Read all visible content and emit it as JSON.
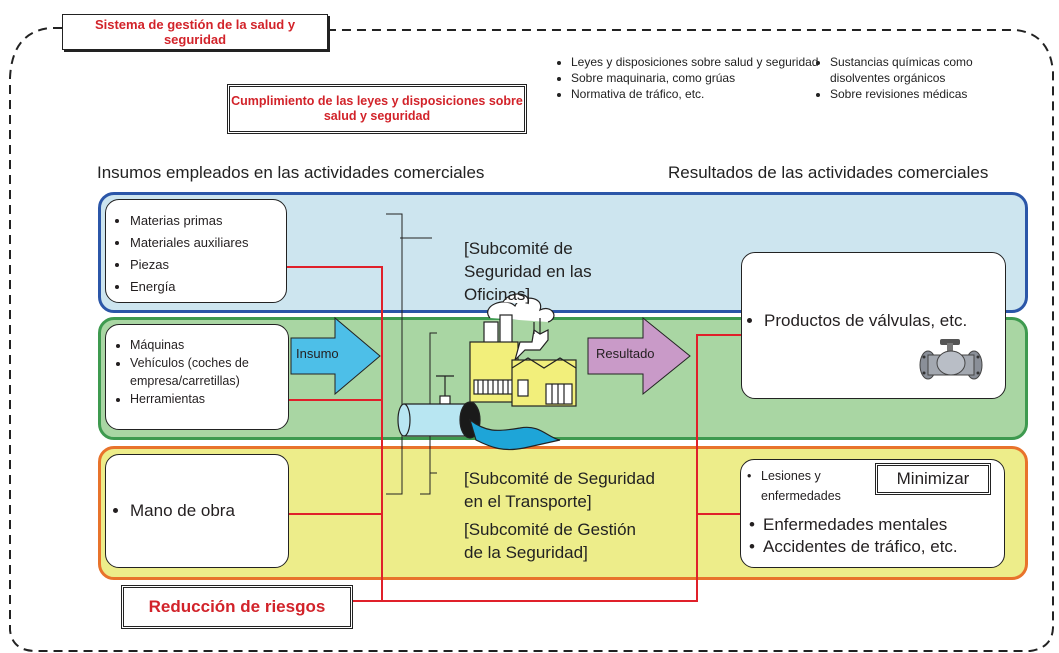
{
  "frame_title": "Sistema de gestión de la salud y seguridad",
  "compliance_label": "Cumplimiento de las leyes y disposiciones sobre salud y seguridad",
  "laws_left": [
    "Leyes y disposiciones sobre salud y seguridad",
    "Sobre maquinaria, como grúas",
    "Normativa de tráfico, etc."
  ],
  "laws_right": [
    "Sustancias químicas como disolventes orgánicos",
    "Sobre revisiones médicas"
  ],
  "inputs_heading": "Insumos empleados en las actividades comerciales",
  "results_heading": "Resultados de las actividades comerciales",
  "input_cards": {
    "materials": [
      "Materias primas",
      "Materiales auxiliares",
      "Piezas",
      "Energía"
    ],
    "equipment": [
      "Máquinas",
      "Vehículos (coches de empresa/carretillas)",
      "Herramientas"
    ],
    "labor": [
      "Mano de obra"
    ]
  },
  "arrow_input_label": "Insumo",
  "arrow_result_label": "Resultado",
  "subcommittees": {
    "offices": "[Subcomité de Seguridad en las Oficinas]",
    "transport": "[Subcomité de Seguridad en el Transporte]",
    "management": "[Subcomité de Gestión de la Seguridad]"
  },
  "product_item": "Productos de válvulas, etc.",
  "minimize_label": "Minimizar",
  "effects_small": [
    "Lesiones y enfermedades"
  ],
  "effects_large": [
    "Enfermedades mentales",
    "Accidentes de tráfico, etc."
  ],
  "risk_reduction": "Reducción de riesgos",
  "colors": {
    "accent_red": "#d2232a",
    "blue_band_fill": "#cde5ef",
    "blue_band_border": "#2b56a8",
    "green_band_fill": "#a9d6a3",
    "green_band_border": "#3e9a4f",
    "yellow_band_fill": "#eded8a",
    "yellow_band_border": "#e8732b",
    "input_arrow": "#4dbfe8",
    "result_arrow": "#c99ac8"
  },
  "icons": [
    "factory-icon",
    "pipe-icon",
    "valve-icon"
  ]
}
